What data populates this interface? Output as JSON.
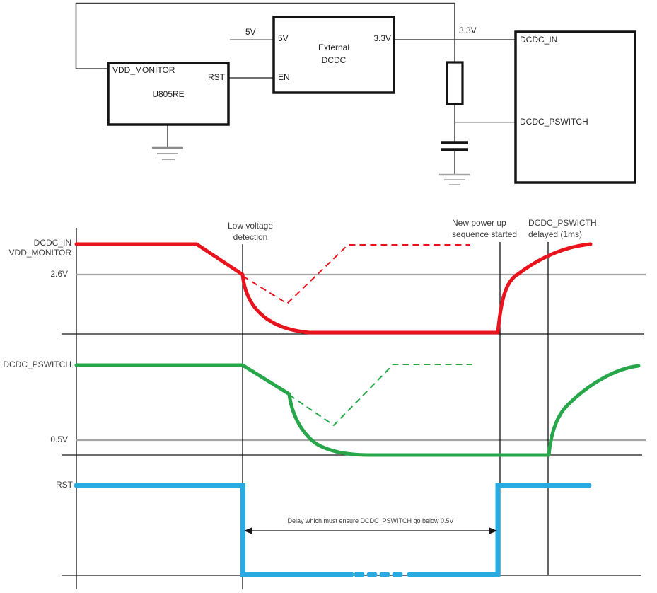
{
  "schematic": {
    "vdd_monitor": {
      "name": "VDD_MONITOR",
      "part": "U805RE",
      "rst_pin": "RST"
    },
    "external_dcdc": {
      "title_line1": "External",
      "title_line2": "DCDC",
      "pin_5v": "5V",
      "pin_en": "EN",
      "pin_3v3": "3.3V"
    },
    "mcu": {
      "pin_dcdc_in": "DCDC_IN",
      "pin_dcdc_pswitch": "DCDC_PSWITCH"
    },
    "net_5v_label": "5V",
    "net_3v3_label": "3.3V"
  },
  "timing": {
    "red_signal_line1": "DCDC_IN",
    "red_signal_line2": "VDD_MONITOR",
    "red_threshold": "2.6V",
    "green_signal": "DCDC_PSWITCH",
    "green_threshold": "0.5V",
    "blue_signal": "RST",
    "ann_low_voltage_1": "Low voltage",
    "ann_low_voltage_2": "detection",
    "ann_new_power_1": "New power up",
    "ann_new_power_2": "sequence started",
    "ann_delayed_1": "DCDC_PSWICTH",
    "ann_delayed_2": "delayed (1ms)",
    "delay_note": "Delay which must ensure DCDC_PSWITCH go below 0.5V"
  },
  "colors": {
    "red": "#e8131d",
    "green": "#27a74a",
    "blue": "#29abe2",
    "gray": "#a5a5a5",
    "wire": "#404040",
    "black": "#141414"
  }
}
